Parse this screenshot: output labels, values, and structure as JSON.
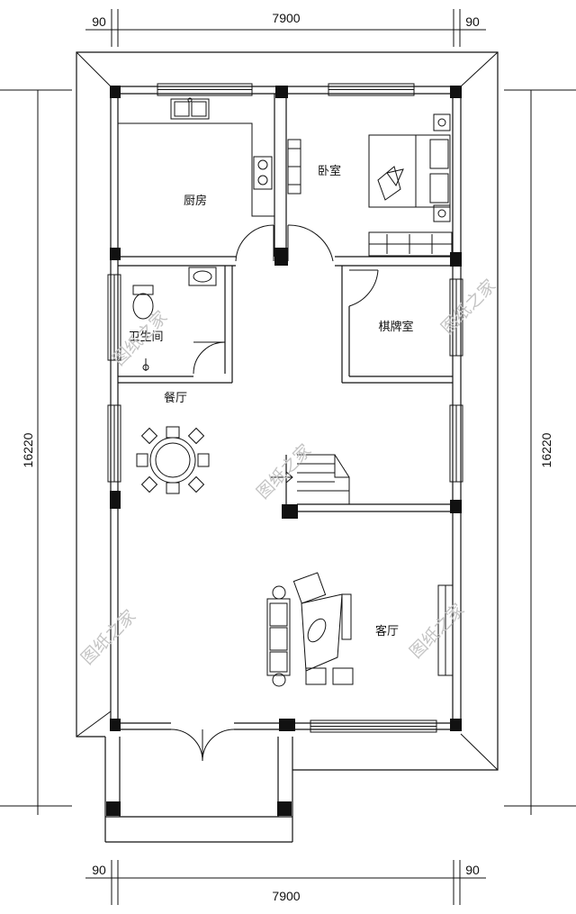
{
  "dimensions": {
    "top_left": "90",
    "top_main": "7900",
    "top_right": "90",
    "bottom_left": "90",
    "bottom_main": "7900",
    "bottom_right": "90",
    "left_total": "16220",
    "right_total": "16220"
  },
  "rooms": {
    "kitchen": "厨房",
    "bedroom": "卧室",
    "bathroom": "卫生间",
    "mahjong_room": "棋牌室",
    "dining": "餐厅",
    "living": "客厅"
  },
  "watermark": "图纸之家"
}
